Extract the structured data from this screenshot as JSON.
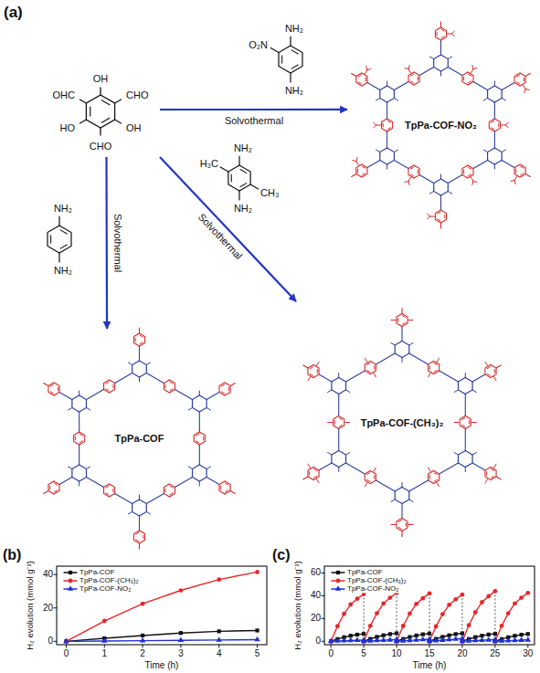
{
  "diagram": {
    "nodes": [
      {
        "text": [
          "OHC",
          "OH",
          "CHO",
          "HO",
          "OH",
          "CHO"
        ]
      },
      {
        "text": [
          "TpPa-COF-NO₂"
        ]
      },
      {
        "text": [
          "TpPa-COF"
        ]
      },
      {
        "text": [
          "TpPa-COF-(CH₃)₂"
        ]
      }
    ],
    "edges": [
      {
        "from": 0,
        "to": 1,
        "arrow": "to",
        "label": "Solvothermal"
      },
      {
        "from": 0,
        "to": 2,
        "arrow": "to",
        "label": "Solvothermal"
      },
      {
        "from": 0,
        "to": 3,
        "arrow": "to",
        "label": "Solvothermal"
      }
    ],
    "labels": [
      "(a)",
      "O₂N",
      "NH₂",
      "NH₂",
      "NH₂",
      "NH₂",
      "H₃C",
      "NH₂",
      "CH₃",
      "NH₂",
      "(b)",
      "0",
      "20",
      "40",
      "0",
      "1",
      "2",
      "3",
      "4",
      "5",
      "H₂ evolution (mmol g⁻¹)",
      "Time (h)",
      "(c)",
      "0",
      "20",
      "40",
      "60",
      "0",
      "5",
      "10",
      "15",
      "20",
      "25",
      "30",
      "H₂ evolution (mmol g⁻¹)",
      "Time (h)"
    ],
    "legend": [
      {
        "text": "TpPa-COF"
      },
      {
        "text": "TpPa-COF-(CH₃)₂"
      },
      {
        "text": "TpPa-COF-NO₂"
      },
      {
        "text": "TpPa-COF"
      },
      {
        "text": "TpPa-COF-(CH₃)₂"
      },
      {
        "text": "TpPa-COF-NO₂"
      }
    ]
  }
}
